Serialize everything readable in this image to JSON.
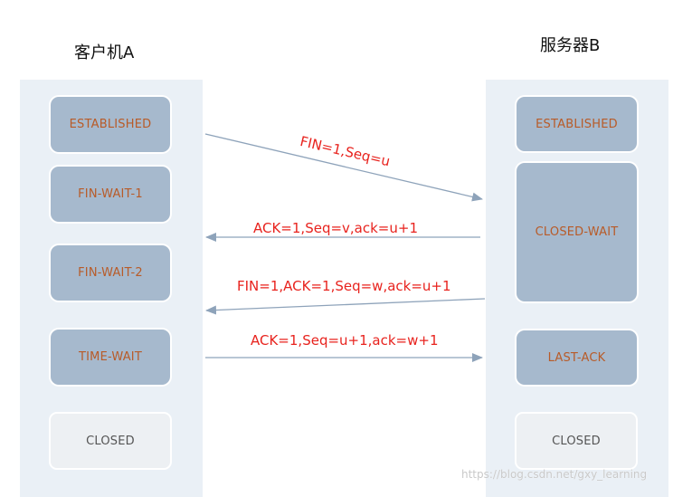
{
  "client": {
    "title": "客户机A",
    "states": [
      "ESTABLISHED",
      "FIN-WAIT-1",
      "FIN-WAIT-2",
      "TIME-WAIT",
      "CLOSED"
    ]
  },
  "server": {
    "title": "服务器B",
    "states": [
      "ESTABLISHED",
      "CLOSED-WAIT",
      "LAST-ACK",
      "CLOSED"
    ]
  },
  "messages": [
    {
      "label": "FIN=1,Seq=u",
      "direction": "client-to-server"
    },
    {
      "label": "ACK=1,Seq=v,ack=u+1",
      "direction": "server-to-client"
    },
    {
      "label": "FIN=1,ACK=1,Seq=w,ack=u+1",
      "direction": "server-to-client"
    },
    {
      "label": "ACK=1,Seq=u+1,ack=w+1",
      "direction": "client-to-server"
    }
  ],
  "colors": {
    "column_bg": "#eaf0f6",
    "state_active": "#a6b9cd",
    "state_text": "#b85b28",
    "state_closed": "#edf0f3",
    "arrow": "#8ea3ba",
    "message_text": "#e8231e"
  },
  "watermark": "https://blog.csdn.net/gxy_learning"
}
